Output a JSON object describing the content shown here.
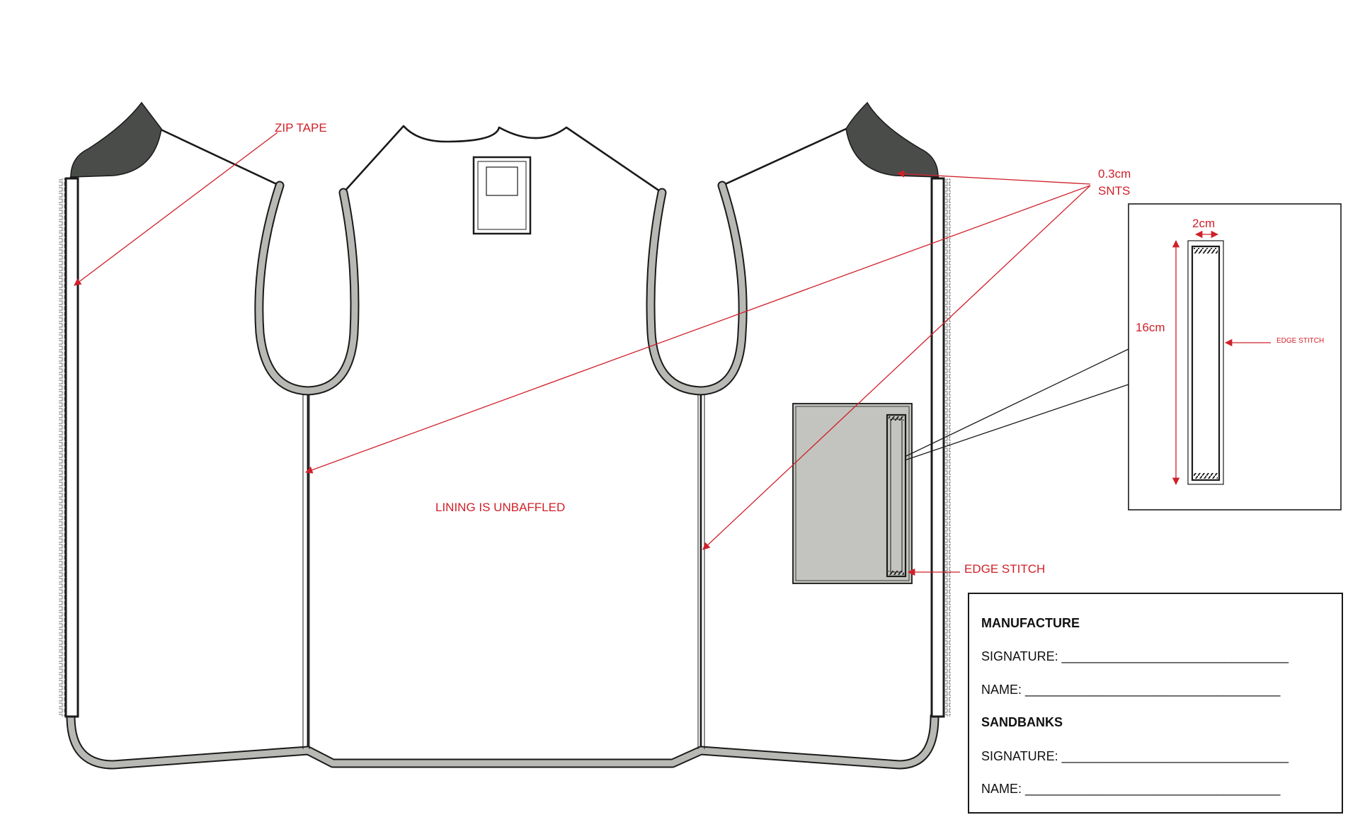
{
  "callouts": {
    "zip_tape": "ZIP TAPE",
    "snts_size": "0.3cm",
    "snts": "SNTS",
    "lining": "LINING IS UNBAFFLED",
    "edge_stitch": "EDGE STITCH",
    "edge_stitch_detail": "EDGE STITCH"
  },
  "detail": {
    "width": "2cm",
    "height": "16cm"
  },
  "signoff": {
    "manufacture_heading": "MANUFACTURE",
    "manufacture_signature": "SIGNATURE: ________________________________",
    "manufacture_name": "NAME: ____________________________________",
    "sandbanks_heading": "SANDBANKS",
    "sandbanks_signature": "SIGNATURE: ________________________________",
    "sandbanks_name": "NAME: ____________________________________"
  },
  "colors": {
    "callout": "#d0202a",
    "outline": "#1a1a1a",
    "binding": "#b8b9b4",
    "pocket": "#c3c4bf",
    "shoulder": "#4a4c4a"
  },
  "icons": [
    "zipper-teeth",
    "label-patch",
    "arrow-marker"
  ]
}
